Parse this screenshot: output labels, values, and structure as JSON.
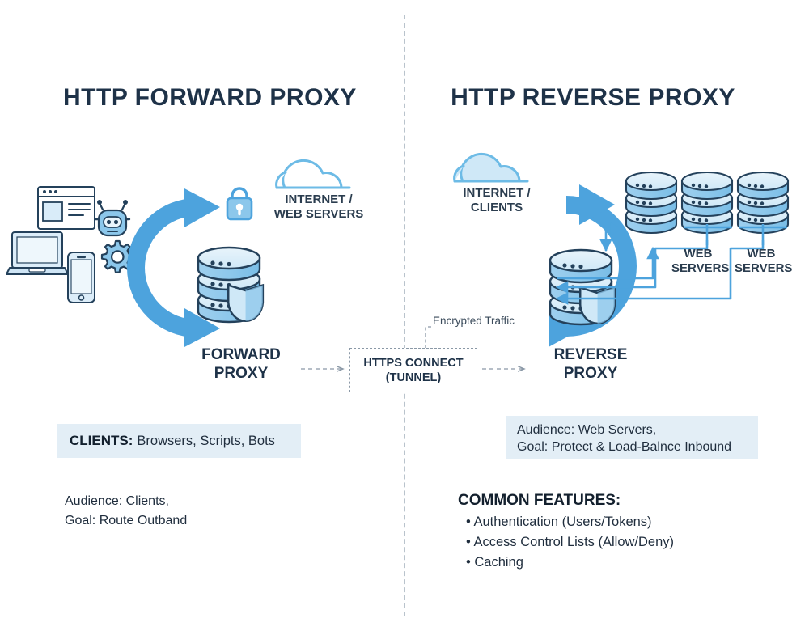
{
  "diagram": {
    "type": "network-architecture-comparison",
    "background_color": "#ffffff",
    "accent_blue": "#4da3dd",
    "fill_blue": "#a8d3ee",
    "dark_navy": "#1e3248",
    "info_box_blue": "#e3eef6"
  },
  "left_panel": {
    "title": "HTTP FORWARD PROXY",
    "cloud_label": "INTERNET /\nWEB SERVERS",
    "lock_icon": "padlock-icon",
    "clients": {
      "icons": [
        "browser-window-icon",
        "laptop-icon",
        "smartphone-icon",
        "robot-icon",
        "gear-icon"
      ]
    },
    "proxy_label": "FORWARD\nPROXY",
    "proxy_icon": "server-stack-shield-icon",
    "clients_box": {
      "strong": "CLIENTS:",
      "text": "Browsers, Scripts, Bots"
    },
    "notes": [
      "Audience: Clients,",
      "Goal: Route Outband"
    ]
  },
  "center": {
    "tunnel_label": "HTTPS CONNECT\n(TUNNEL)",
    "encrypted_label": "Encrypted Traffic"
  },
  "right_panel": {
    "title": "HTTP REVERSE PROXY",
    "cloud_label": "INTERNET /\nCLIENTS",
    "proxy_label": "REVERSE\nPROXY",
    "proxy_icon": "server-stack-shield-icon",
    "server_labels": [
      "WEB\nSERVERS",
      "WEB\nSERVERS"
    ],
    "server_count": 3,
    "audience_box": {
      "line1": "Audience: Web Servers,",
      "line2": "Goal: Protect & Load-Balnce Inbound"
    },
    "features": {
      "title": "COMMON FEATURES:",
      "items": [
        "• Authentication (Users/Tokens)",
        "• Access Control Lists (Allow/Deny)",
        "• Caching"
      ]
    }
  }
}
